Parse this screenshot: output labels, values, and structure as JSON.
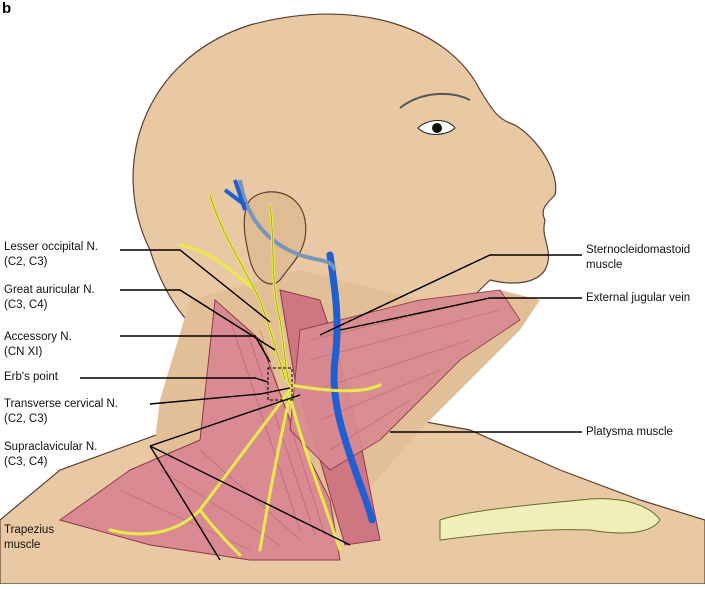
{
  "panel_letter": "b",
  "labels": {
    "lesser_occipital": [
      "Lesser occipital N.",
      "(C2, C3)"
    ],
    "great_auricular": [
      "Great auricular N.",
      "(C3, C4)"
    ],
    "accessory": [
      "Accessory N.",
      "(CN XI)"
    ],
    "erbs_point": [
      "Erb's point"
    ],
    "transverse_cervical": [
      "Transverse cervical N.",
      "(C2, C3)"
    ],
    "supraclavicular": [
      "Supraclavicular N.",
      "(C3, C4)"
    ],
    "trapezius": [
      "Trapezius",
      "muscle"
    ],
    "sternocleidomastoid": [
      "Sternocleidomastoid",
      "muscle"
    ],
    "external_jugular": [
      "External jugular vein"
    ],
    "platysma": [
      "Platysma muscle"
    ]
  },
  "colors": {
    "skin": "#e8c9a4",
    "skin_shadow": "#d9b58c",
    "muscle": "#d98a92",
    "muscle_dark": "#b9505f",
    "nerve": "#e8ea4a",
    "nerve_outline": "#8a8a10",
    "vein": "#1f5fd1",
    "bone": "#eef0b8",
    "leader": "#000000"
  }
}
